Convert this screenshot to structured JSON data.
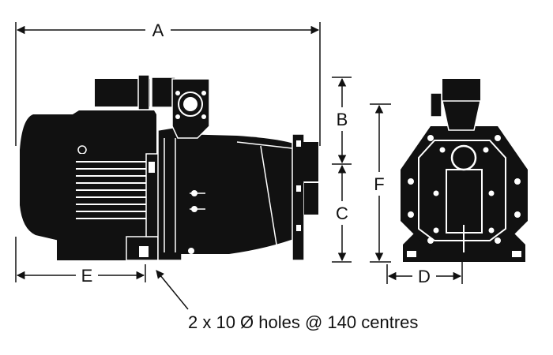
{
  "diagram": {
    "dimensions": {
      "A": "A",
      "B": "B",
      "C": "C",
      "D": "D",
      "E": "E",
      "F": "F"
    },
    "note": "2 x 10 Ø holes @ 140 centres",
    "colors": {
      "ink": "#111111",
      "highlight": "#ffffff",
      "background": "#ffffff"
    }
  }
}
